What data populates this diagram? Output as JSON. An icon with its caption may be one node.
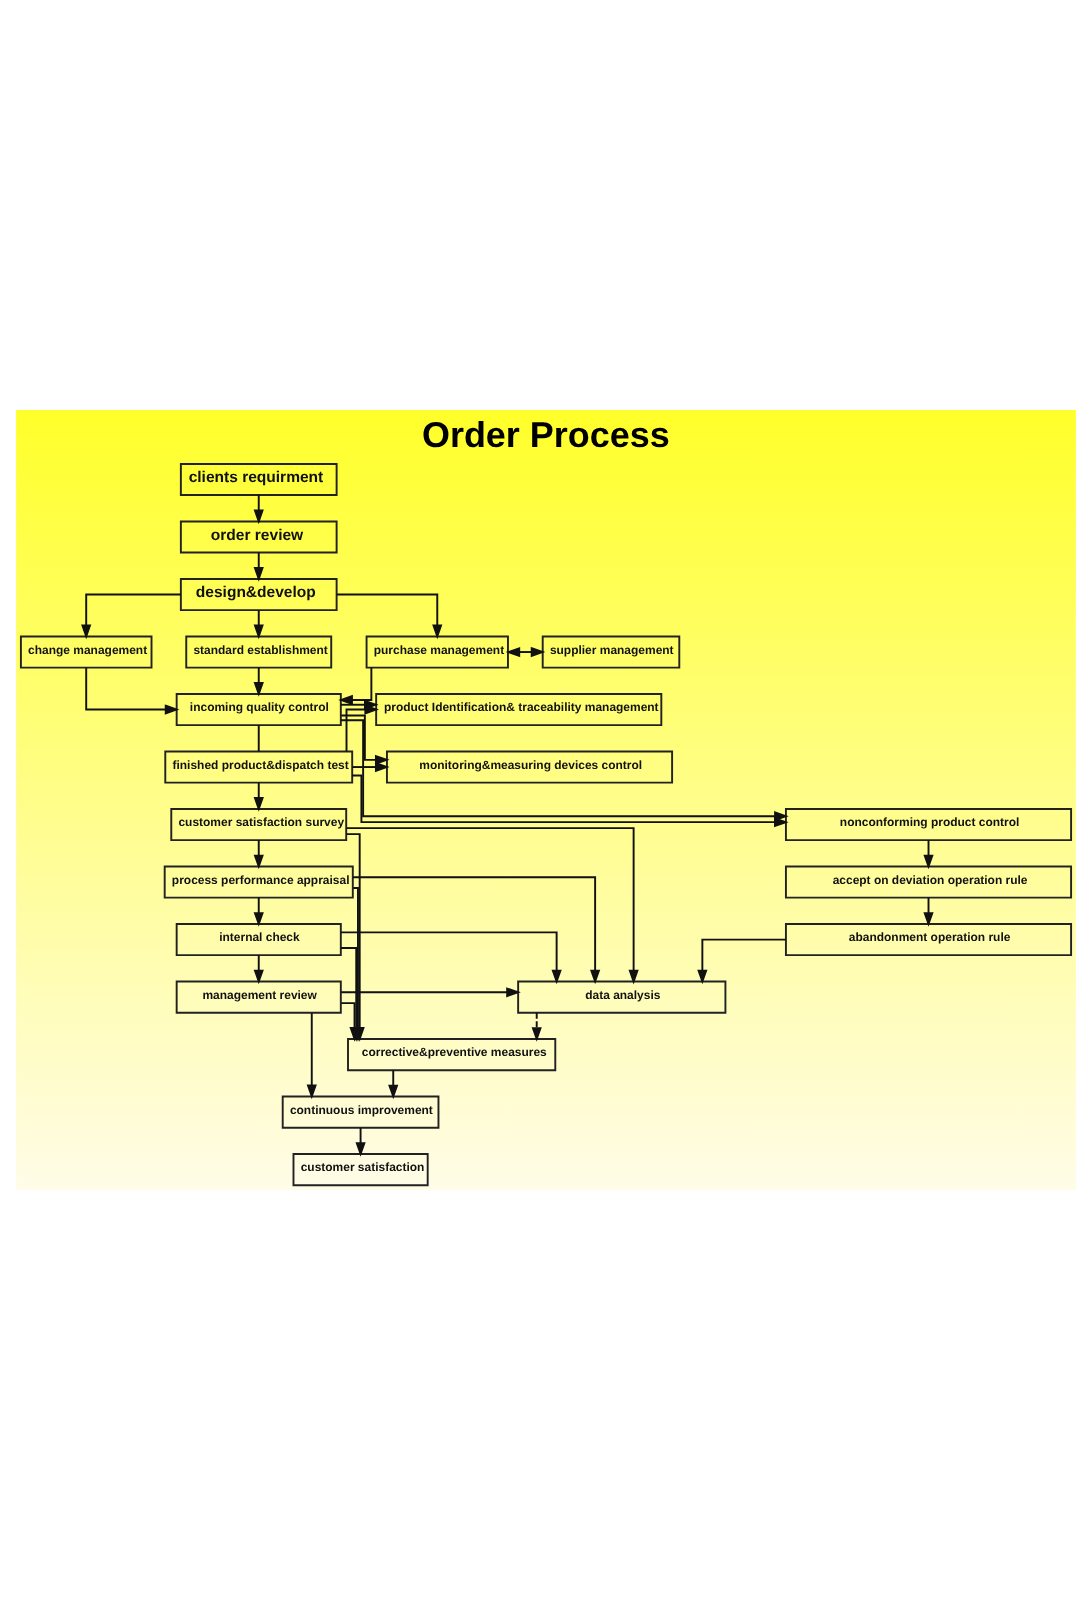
{
  "diagram": {
    "title": "Order Process",
    "nodes": [
      {
        "text": [
          "clients requirment"
        ]
      },
      {
        "text": [
          "order review"
        ]
      },
      {
        "text": [
          "design&develop"
        ]
      },
      {
        "text": [
          "change management"
        ]
      },
      {
        "text": [
          "standard establishment"
        ]
      },
      {
        "text": [
          "purchase management"
        ]
      },
      {
        "text": [
          "supplier management"
        ]
      },
      {
        "text": [
          "product Identification& traceability management"
        ]
      },
      {
        "text": [
          "incoming quality control"
        ]
      },
      {
        "text": [
          "monitoring&measuring devices control"
        ]
      },
      {
        "text": [
          "finished product&dispatch test"
        ]
      },
      {
        "text": [
          "nonconforming product control"
        ]
      },
      {
        "text": [
          "accept on deviation operation rule"
        ]
      },
      {
        "text": [
          "customer satisfaction survey"
        ]
      },
      {
        "text": [
          "abandonment operation rule"
        ]
      },
      {
        "text": [
          "process performance appraisal"
        ]
      },
      {
        "text": [
          "data analysis"
        ]
      },
      {
        "text": [
          "internal check"
        ]
      },
      {
        "text": [
          "corrective&preventive measures"
        ]
      },
      {
        "text": [
          "management review"
        ]
      },
      {
        "text": [
          "continuous improvement"
        ]
      },
      {
        "text": [
          "customer satisfaction"
        ]
      }
    ],
    "edges": [
      {
        "from": 0,
        "to": 1,
        "arrow": "to"
      },
      {
        "from": 1,
        "to": 2,
        "arrow": "to"
      },
      {
        "from": 2,
        "to": 3,
        "arrow": "to"
      },
      {
        "from": 2,
        "to": 4,
        "arrow": "to"
      },
      {
        "from": 2,
        "to": 5,
        "arrow": "to"
      },
      {
        "from": 5,
        "to": 6,
        "arrow": "both"
      },
      {
        "from": 3,
        "to": 8,
        "arrow": "to"
      },
      {
        "from": 4,
        "to": 8,
        "arrow": "to"
      },
      {
        "from": 5,
        "to": 8,
        "arrow": "to"
      },
      {
        "from": 8,
        "to": 10,
        "arrow": "none"
      },
      {
        "from": 8,
        "to": 7,
        "arrow": "to"
      },
      {
        "from": 8,
        "to": 9,
        "arrow": "to"
      },
      {
        "from": 8,
        "to": 11,
        "arrow": "to"
      },
      {
        "from": 10,
        "to": 7,
        "arrow": "to"
      },
      {
        "from": 10,
        "to": 9,
        "arrow": "to"
      },
      {
        "from": 10,
        "to": 11,
        "arrow": "to"
      },
      {
        "from": 10,
        "to": 13,
        "arrow": "to"
      },
      {
        "from": 13,
        "to": 15,
        "arrow": "to"
      },
      {
        "from": 15,
        "to": 17,
        "arrow": "to"
      },
      {
        "from": 17,
        "to": 19,
        "arrow": "to"
      },
      {
        "from": 11,
        "to": 12,
        "arrow": "to"
      },
      {
        "from": 12,
        "to": 14,
        "arrow": "to"
      },
      {
        "from": 14,
        "to": 16,
        "arrow": "to"
      },
      {
        "from": 16,
        "to": 18,
        "arrow": "to",
        "style": "dashed"
      },
      {
        "from": 13,
        "to": 16,
        "arrow": "to"
      },
      {
        "from": 13,
        "to": 18,
        "arrow": "to"
      },
      {
        "from": 15,
        "to": 16,
        "arrow": "to"
      },
      {
        "from": 15,
        "to": 18,
        "arrow": "to"
      },
      {
        "from": 17,
        "to": 16,
        "arrow": "to"
      },
      {
        "from": 17,
        "to": 18,
        "arrow": "to"
      },
      {
        "from": 19,
        "to": 16,
        "arrow": "to"
      },
      {
        "from": 19,
        "to": 18,
        "arrow": "to"
      },
      {
        "from": 19,
        "to": 20,
        "arrow": "to"
      },
      {
        "from": 18,
        "to": 20,
        "arrow": "to"
      },
      {
        "from": 20,
        "to": 21,
        "arrow": "to"
      }
    ]
  }
}
